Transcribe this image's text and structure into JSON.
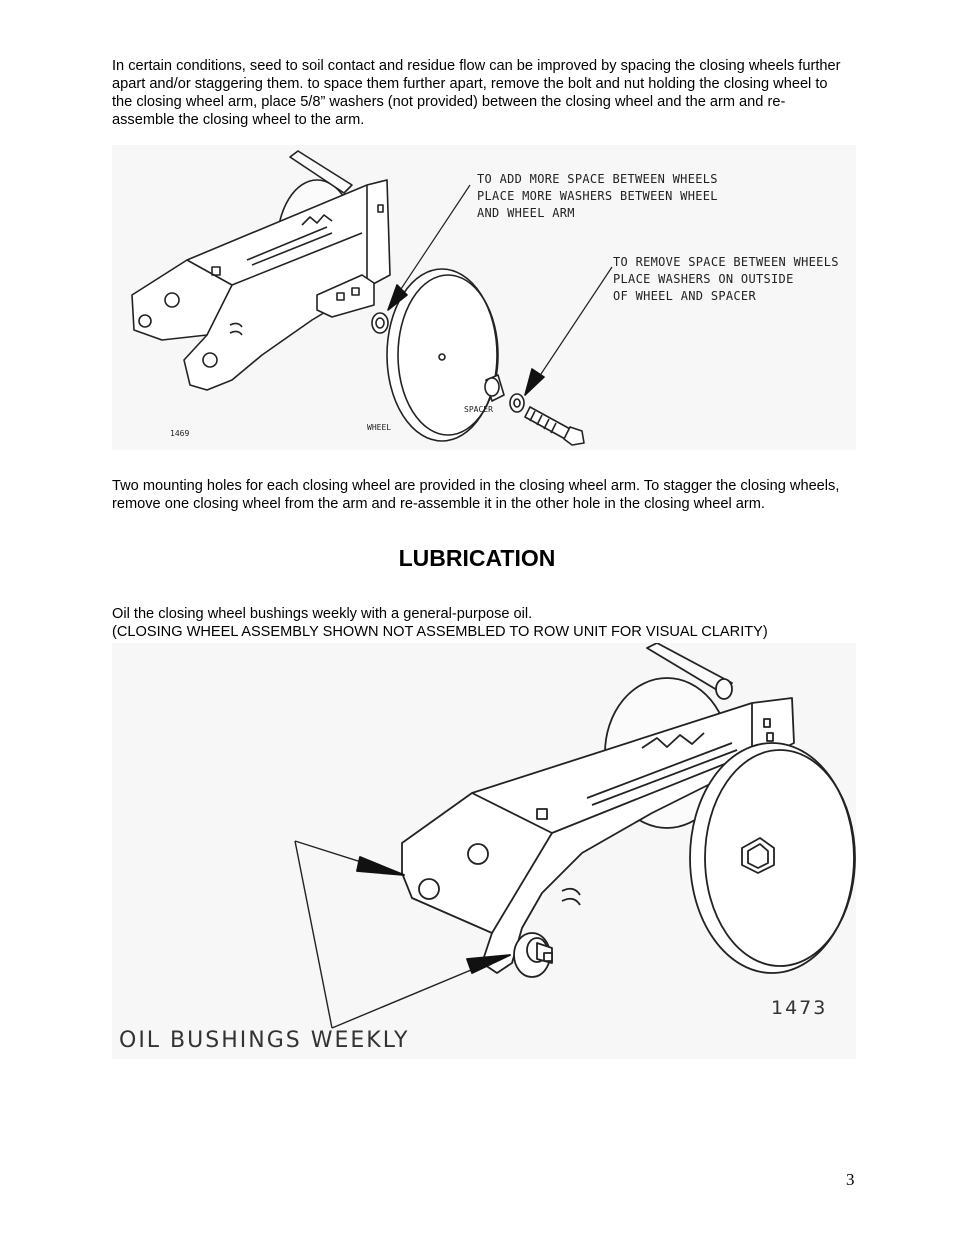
{
  "paragraphs": {
    "spacing": "In certain conditions, seed to soil contact and residue flow can be improved by spacing the closing wheels further apart and/or staggering them.  to space them further apart, remove the bolt and nut holding the closing wheel to the closing wheel arm, place 5/8” washers (not provided) between the closing wheel and the arm and re-assemble the closing wheel to the arm.",
    "stagger": "Two mounting holes for each closing wheel are provided in the closing wheel arm.  To stagger the closing wheels, remove one closing wheel from the arm and re-assemble it in the other hole in the closing wheel arm.",
    "oil_line1": "Oil the closing wheel bushings weekly with a general-purpose oil.",
    "oil_line2": "(CLOSING WHEEL ASSEMBLY SHOWN NOT ASSEMBLED TO ROW UNIT FOR VISUAL CLARITY)"
  },
  "heading": "LUBRICATION",
  "figure1": {
    "callout_add": [
      "TO ADD MORE SPACE BETWEEN WHEELS",
      "PLACE MORE WASHERS BETWEEN WHEEL",
      "AND WHEEL ARM"
    ],
    "callout_remove": [
      "TO REMOVE SPACE BETWEEN WHEELS",
      "PLACE WASHERS ON OUTSIDE",
      "OF WHEEL AND SPACER"
    ],
    "label_spacer": "SPACER",
    "label_wheel": "WHEEL",
    "figure_number": "1469"
  },
  "figure2": {
    "caption": "OIL BUSHINGS WEEKLY",
    "figure_number": "1473"
  },
  "page_number": "3"
}
